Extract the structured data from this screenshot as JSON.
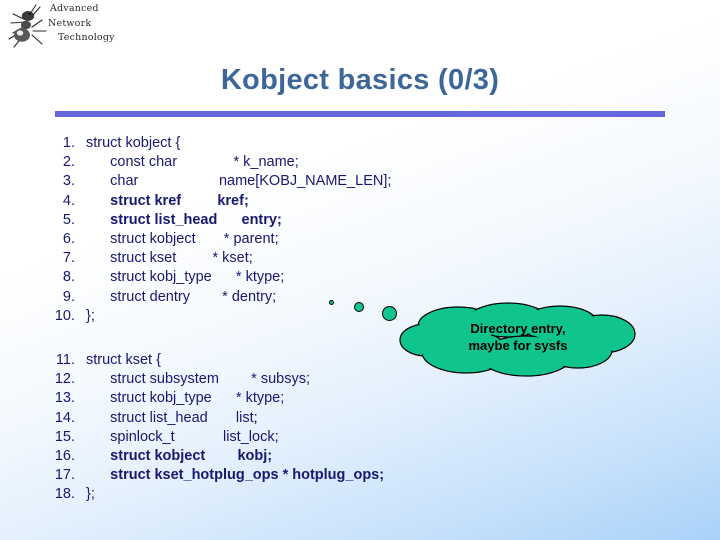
{
  "slide": {
    "title": "Kobject basics (0/3)",
    "accent_rule_color": "#6666dd",
    "title_color": "#3d6699",
    "code_color": "#181870",
    "callout_color": "#10c48e"
  },
  "logo": {
    "line1": "Advanced",
    "line2": "Network",
    "line3": "Technology",
    "icon": "ant-icon"
  },
  "code_block_1": [
    {
      "num": "1.",
      "dot": "",
      "text": "struct kobject {",
      "bold": false
    },
    {
      "num": "2.",
      "dot": "",
      "text": "      const char              * k_name;",
      "bold": false
    },
    {
      "num": "3.",
      "dot": "",
      "text": "      char                    name[KOBJ_NAME_LEN];",
      "bold": false
    },
    {
      "num": "4.",
      "dot": "",
      "text": "      struct kref         kref;",
      "bold": true
    },
    {
      "num": "5.",
      "dot": "",
      "text": "      struct list_head      entry;",
      "bold": true
    },
    {
      "num": "6.",
      "dot": "",
      "text": "      struct kobject       * parent;",
      "bold": false
    },
    {
      "num": "7.",
      "dot": "",
      "text": "      struct kset         * kset;",
      "bold": false
    },
    {
      "num": "8.",
      "dot": "",
      "text": "      struct kobj_type      * ktype;",
      "bold": false
    },
    {
      "num": "9.",
      "dot": "",
      "text": "      struct dentry        * dentry;",
      "bold": false
    },
    {
      "num": "10.",
      "dot": "",
      "text": "};",
      "bold": false
    }
  ],
  "code_block_2": [
    {
      "num": "11.",
      "dot": "",
      "text": "struct kset {",
      "bold": false
    },
    {
      "num": "12.",
      "dot": "",
      "text": "      struct subsystem        * subsys;",
      "bold": false
    },
    {
      "num": "13.",
      "dot": "",
      "text": "      struct kobj_type      * ktype;",
      "bold": false
    },
    {
      "num": "14.",
      "dot": "",
      "text": "      struct list_head       list;",
      "bold": false
    },
    {
      "num": "15.",
      "dot": "",
      "text": "      spinlock_t            list_lock;",
      "bold": false
    },
    {
      "num": "16.",
      "dot": "",
      "text": "      struct kobject        kobj;",
      "bold": true
    },
    {
      "num": "17.",
      "dot": "",
      "text": "      struct kset_hotplug_ops * hotplug_ops;",
      "bold": true
    },
    {
      "num": "18.",
      "dot": "",
      "text": "};",
      "bold": false
    }
  ],
  "callout": {
    "line1": "Directory entry,",
    "line2": "maybe for sysfs"
  }
}
